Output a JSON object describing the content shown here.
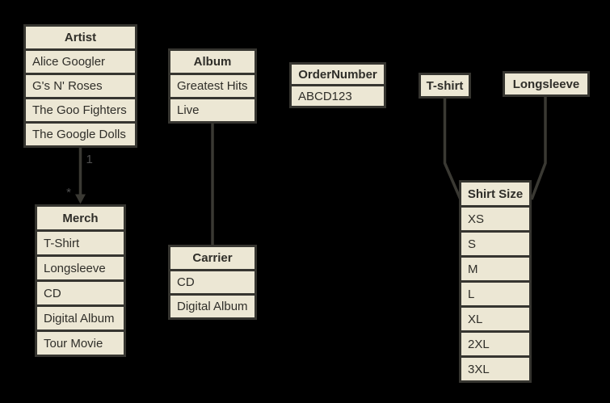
{
  "diagram": {
    "background": "#000000",
    "node_fill": "#ece7d4",
    "node_border": "#363530",
    "text_color": "#2f2e29",
    "edge_color": "#3a3933",
    "edge_label_color": "#4f4f4f"
  },
  "entities": {
    "artist": {
      "title": "Artist",
      "rows": [
        "Alice Googler",
        "G's N' Roses",
        "The Goo Fighters",
        "The Google Dolls"
      ]
    },
    "album": {
      "title": "Album",
      "rows": [
        "Greatest Hits",
        "Live"
      ]
    },
    "order_number": {
      "title": "OrderNumber",
      "rows": [
        "ABCD123"
      ]
    },
    "tshirt": {
      "title": "T-shirt",
      "rows": []
    },
    "longsleeve": {
      "title": "Longsleeve",
      "rows": []
    },
    "merch": {
      "title": "Merch",
      "rows": [
        "T-Shirt",
        "Longsleeve",
        "CD",
        "Digital Album",
        "Tour Movie"
      ]
    },
    "carrier": {
      "title": "Carrier",
      "rows": [
        "CD",
        "Digital Album"
      ]
    },
    "shirt_size": {
      "title": "Shirt Size",
      "rows": [
        "XS",
        "S",
        "M",
        "L",
        "XL",
        "2XL",
        "3XL"
      ]
    }
  },
  "edges": {
    "artist_to_merch": {
      "source_label": "1",
      "target_label": "*"
    },
    "album_to_carrier": {},
    "tshirt_to_shirt_size": {},
    "longsleeve_to_shirt_size": {}
  }
}
